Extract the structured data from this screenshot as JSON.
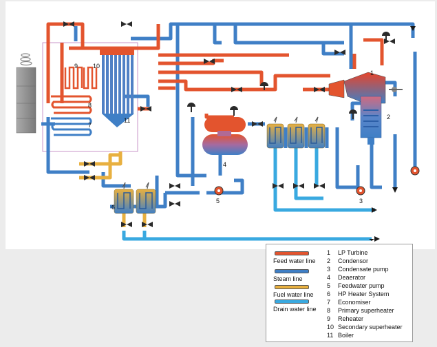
{
  "colors": {
    "feed_water": "#e3542e",
    "steam": "#3f7fc6",
    "fuel_water": "#e8b040",
    "drain_water": "#39a9e0",
    "valve": "#2a2a2a",
    "background": "#ececec"
  },
  "component_numbers": [
    "1",
    "2",
    "3",
    "4",
    "5",
    "6",
    "7",
    "8",
    "9",
    "10",
    "11"
  ],
  "legend": {
    "lines": [
      {
        "label": "Feed water line",
        "color": "#e3542e"
      },
      {
        "label": "Steam line",
        "color": "#3f7fc6"
      },
      {
        "label": "Fuel water line",
        "color": "#e8b040"
      },
      {
        "label": "Drain water line",
        "color": "#39a9e0"
      }
    ],
    "items": [
      {
        "num": "1",
        "label": "LP Turbine"
      },
      {
        "num": "2",
        "label": "Condensor"
      },
      {
        "num": "3",
        "label": "Condensate pump"
      },
      {
        "num": "4",
        "label": "Deaerator"
      },
      {
        "num": "5",
        "label": "Feedwater pump"
      },
      {
        "num": "6",
        "label": "HP Heater System"
      },
      {
        "num": "7",
        "label": "Economiser"
      },
      {
        "num": "8",
        "label": "Primary superheater"
      },
      {
        "num": "9",
        "label": "Reheater"
      },
      {
        "num": "10",
        "label": "Secondary superheater"
      },
      {
        "num": "11",
        "label": "Boiler"
      }
    ]
  }
}
